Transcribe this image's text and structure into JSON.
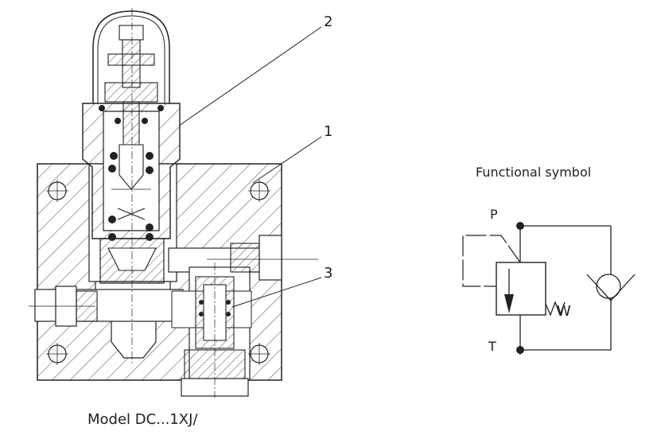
{
  "callouts": {
    "one": "1",
    "two": "2",
    "three": "3"
  },
  "functional_symbol": {
    "title": "Functional symbol",
    "port_p": "P",
    "port_t": "T",
    "spring_label": "W"
  },
  "model_caption": "Model DC...1XJ/",
  "colors": {
    "line": "#222222",
    "hatch": "#555555",
    "fill": "#ffffff"
  }
}
